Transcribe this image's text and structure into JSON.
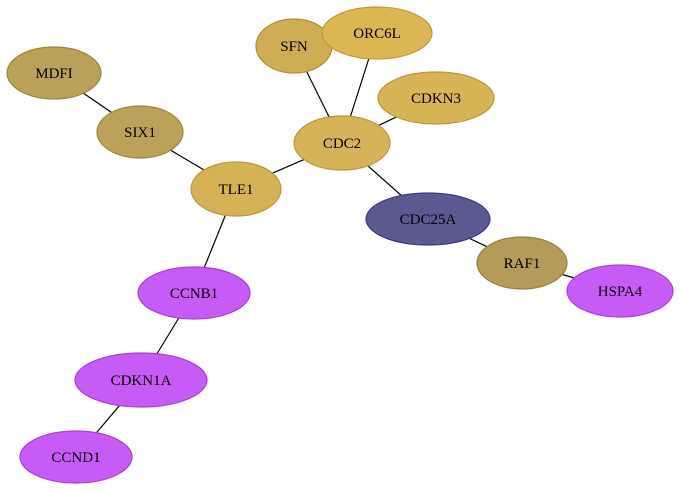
{
  "nodes": [
    {
      "id": "MDFI",
      "label": "MDFI",
      "color": "#b9a15a",
      "stroke": "#9c8540"
    },
    {
      "id": "SIX1",
      "label": "SIX1",
      "color": "#bba159",
      "stroke": "#9d853e"
    },
    {
      "id": "SFN",
      "label": "SFN",
      "color": "#cead55",
      "stroke": "#b0913a"
    },
    {
      "id": "ORC6L",
      "label": "ORC6L",
      "color": "#dcb653",
      "stroke": "#be9a38"
    },
    {
      "id": "CDKN3",
      "label": "CDKN3",
      "color": "#d7b455",
      "stroke": "#b9983a"
    },
    {
      "id": "CDC2",
      "label": "CDC2",
      "color": "#d6b258",
      "stroke": "#b8963c"
    },
    {
      "id": "TLE1",
      "label": "TLE1",
      "color": "#d6b257",
      "stroke": "#b8963c"
    },
    {
      "id": "CDC25A",
      "label": "CDC25A",
      "color": "#5b5992",
      "stroke": "#3f3d78"
    },
    {
      "id": "RAF1",
      "label": "RAF1",
      "color": "#b49b59",
      "stroke": "#97803e"
    },
    {
      "id": "HSPA4",
      "label": "HSPA4",
      "color": "#c65cf5",
      "stroke": "#a53fd8"
    },
    {
      "id": "CCNB1",
      "label": "CCNB1",
      "color": "#c65cf5",
      "stroke": "#a53fd8"
    },
    {
      "id": "CDKN1A",
      "label": "CDKN1A",
      "color": "#c65cf5",
      "stroke": "#a53fd8"
    },
    {
      "id": "CCND1",
      "label": "CCND1",
      "color": "#c65cf5",
      "stroke": "#a53fd8"
    }
  ],
  "edges": [
    {
      "source": "MDFI",
      "target": "SIX1"
    },
    {
      "source": "SIX1",
      "target": "TLE1"
    },
    {
      "source": "TLE1",
      "target": "CDC2"
    },
    {
      "source": "TLE1",
      "target": "CCNB1"
    },
    {
      "source": "CCNB1",
      "target": "CDKN1A"
    },
    {
      "source": "CDKN1A",
      "target": "CCND1"
    },
    {
      "source": "CDC2",
      "target": "SFN"
    },
    {
      "source": "CDC2",
      "target": "ORC6L"
    },
    {
      "source": "CDC2",
      "target": "CDKN3"
    },
    {
      "source": "CDC2",
      "target": "CDC25A"
    },
    {
      "source": "CDC25A",
      "target": "RAF1"
    },
    {
      "source": "RAF1",
      "target": "HSPA4"
    }
  ]
}
